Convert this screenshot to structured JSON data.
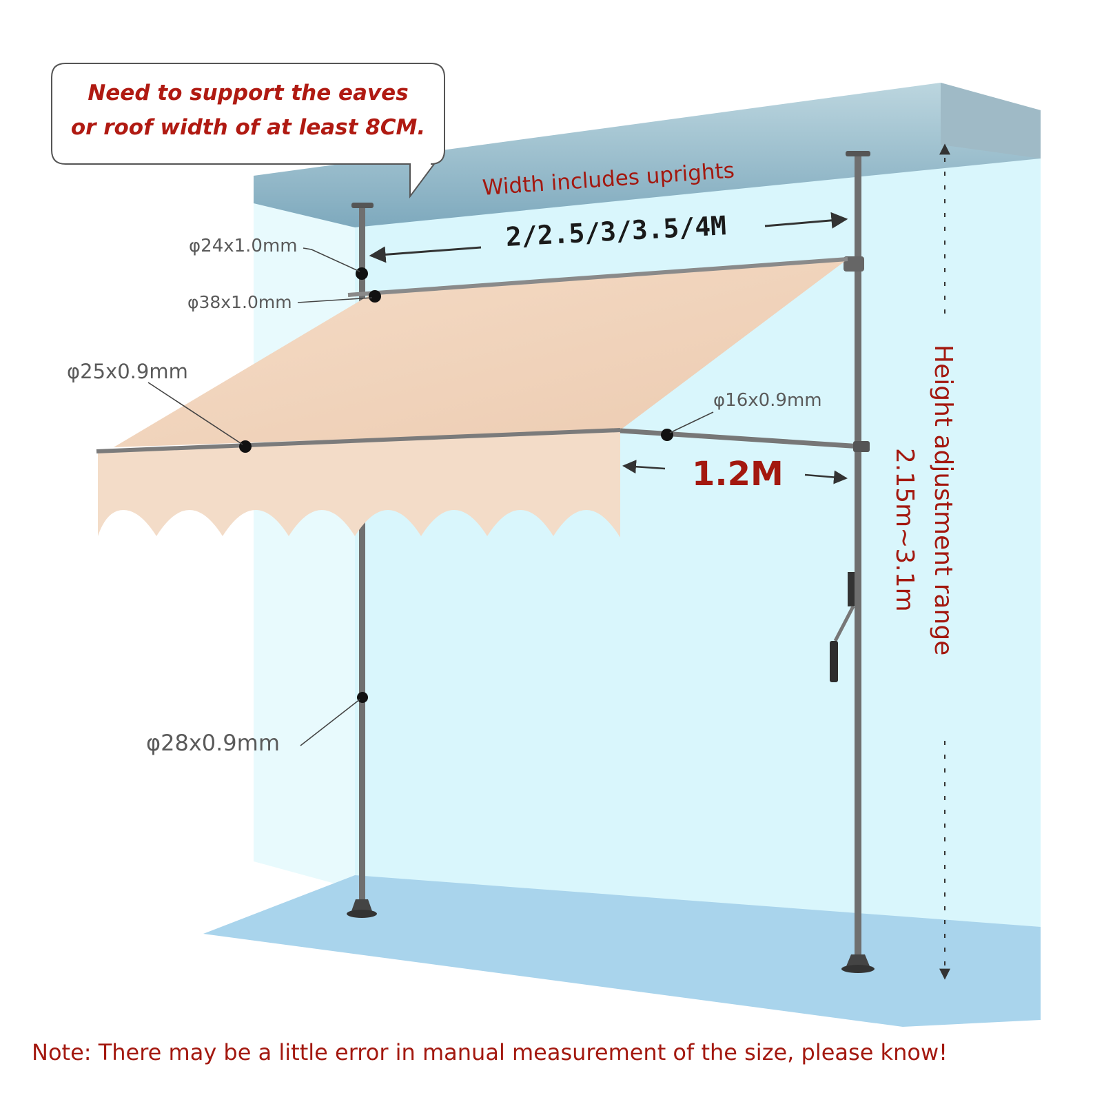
{
  "callout": {
    "line1": "Need to support the eaves",
    "line2": "or roof width of at least 8CM."
  },
  "labels": {
    "pole_top": "φ24x1.0mm",
    "roller_tube": "φ38x1.0mm",
    "front_bar": "φ25x0.9mm",
    "arm": "φ16x0.9mm",
    "pole_bottom": "φ28x0.9mm"
  },
  "width": {
    "note": "Width includes uprights",
    "value": "2/2.5/3/3.5/4M"
  },
  "depth": {
    "value": "1.2M"
  },
  "height": {
    "title": "Height adjustment range",
    "range": "2.15m~3.1m"
  },
  "footer": {
    "note": "Note: There may be a little error in manual measurement of the size, please know!"
  },
  "colors": {
    "accent_red": "#a3180f",
    "wall": "#d6f5fb",
    "ceiling": "#8fb9cc",
    "floor": "#a7d3ea",
    "fabric": "#f2d5bd",
    "pole": "#777777"
  }
}
